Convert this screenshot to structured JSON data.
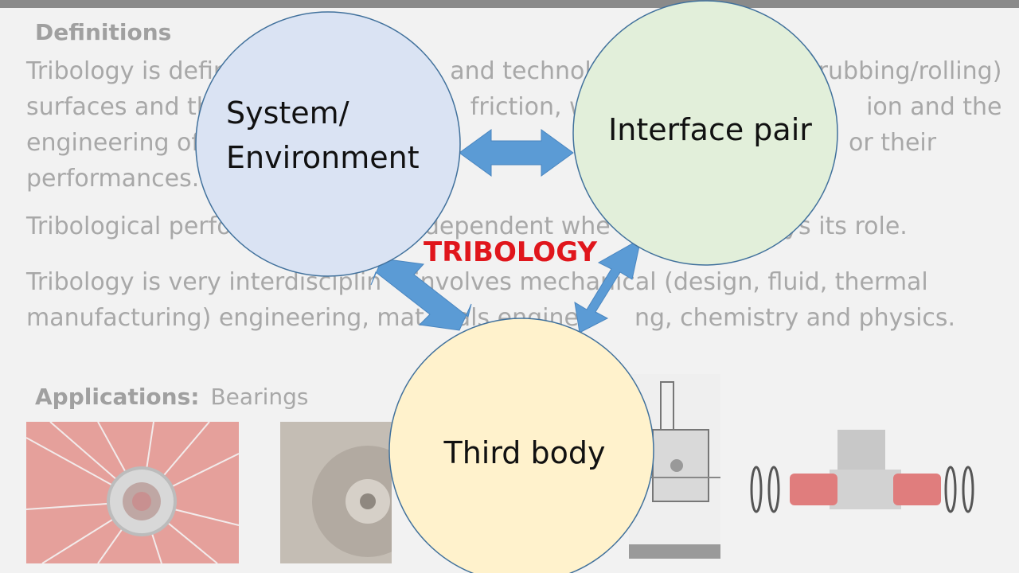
{
  "definitions": {
    "heading": "Definitions",
    "paragraphs": [
      [
        "Tribology is defir",
        "and technol",
        "rubbing/rolling)"
      ],
      [
        "surfaces and th",
        "friction, we",
        "ion and the"
      ],
      [
        "engineering of",
        "or their"
      ],
      [
        "performances."
      ],
      [
        "Tribological perfor",
        "dependent whe",
        "nent plays its role."
      ],
      [
        "Tribology is very interdisciplin",
        "involves mechanical (design, fluid, thermal"
      ],
      [
        "manufacturing) engineering, mat",
        "als engine",
        "ng, chemistry and physics."
      ]
    ]
  },
  "applications": {
    "heading": "Applications:",
    "subheading": "Bearings"
  },
  "diagram": {
    "center_label": "TRIBOLOGY",
    "nodes": [
      {
        "id": "system",
        "lines": [
          "System/",
          "Environment"
        ],
        "fill": "#dae3f3"
      },
      {
        "id": "interface",
        "lines": [
          "Interface pair"
        ],
        "fill": "#e2efda"
      },
      {
        "id": "third",
        "lines": [
          "Third body"
        ],
        "fill": "#fff2cc"
      }
    ],
    "arrow_color": "#5b9bd5",
    "circle_stroke": "#41719c",
    "accent_color": "#e0161c"
  },
  "icons": [
    "wheel-hub-photo",
    "disc-brake-photo",
    "hub-cross-section-drawing",
    "bottom-bracket-exploded-drawing"
  ]
}
